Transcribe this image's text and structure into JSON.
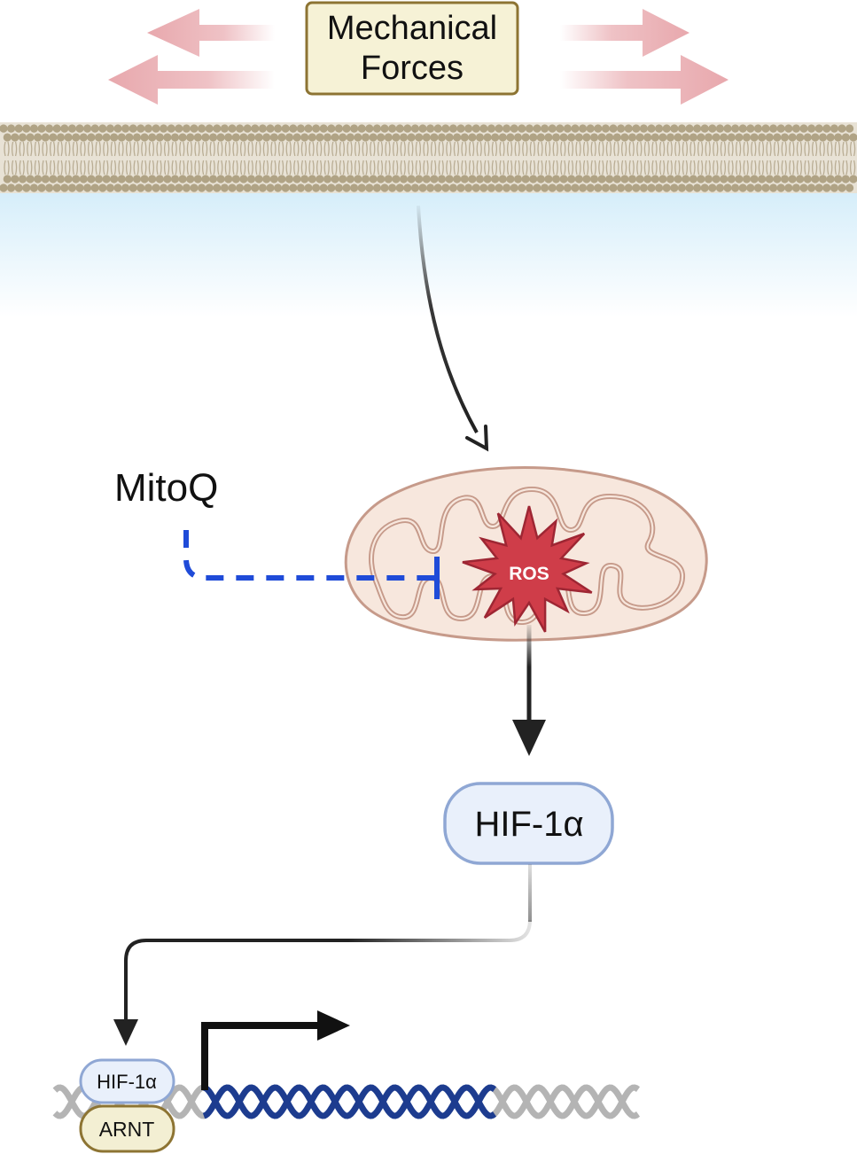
{
  "forces_box": {
    "label_line1": "Mechanical",
    "label_line2": "Forces"
  },
  "inhibitor": {
    "label": "MitoQ"
  },
  "ros": {
    "label": "ROS"
  },
  "hif_node": {
    "label": "HIF-1α"
  },
  "dna_complex": {
    "hif_label": "HIF-1α",
    "arnt_label": "ARNT"
  },
  "colors": {
    "force_arrow": "#e8a8ad",
    "forces_box_fill": "#f6f2d6",
    "forces_box_border": "#8d7433",
    "membrane_head": "#b0a385",
    "mito_fill": "#f7e7dd",
    "mito_border": "#c69a8a",
    "ros_fill": "#cf3d49",
    "ros_border": "#9e2633",
    "inhibit_line": "#1f4bd8",
    "hif_fill": "#e9f0fb",
    "hif_border": "#8fa7d4",
    "arnt_fill": "#f3efd3",
    "arnt_border": "#8d7433",
    "dna_gray": "#b4b4b4",
    "dna_blue": "#1d3c8f"
  }
}
